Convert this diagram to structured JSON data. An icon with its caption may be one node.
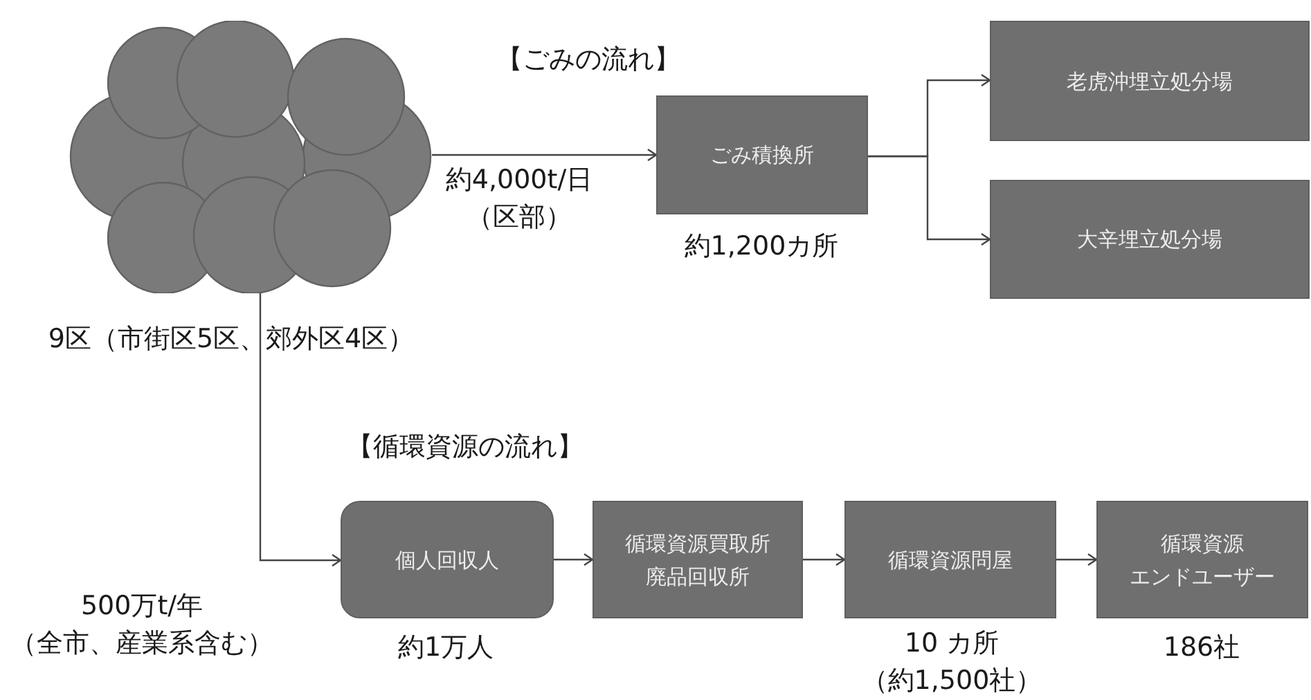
{
  "diagram": {
    "nodes": [
      {
        "text": [],
        "shape": "cloud",
        "beside": [
          "9区（市街区5区、郊外区4区）"
        ]
      },
      {
        "text": [
          "ごみ積換所"
        ],
        "beside": [
          "約1,200カ所"
        ]
      },
      {
        "text": [
          "老虎沖埋立処分場"
        ]
      },
      {
        "text": [
          "大辛埋立処分場"
        ]
      },
      {
        "text": [
          "個人回収人"
        ],
        "beside": [
          "約1万人"
        ]
      },
      {
        "text": [
          "循環資源買取所廃品回収所"
        ]
      },
      {
        "text": [
          "循環資源問屋"
        ],
        "beside": [
          "10 カ所（約1,500社）"
        ]
      },
      {
        "text": [
          "循環資源エンドユーザー"
        ],
        "beside": [
          "186社"
        ]
      }
    ],
    "edges": [
      {
        "from": 0,
        "to": 1,
        "arrow": "to",
        "label": "約4,000t/日（区部）"
      },
      {
        "from": 1,
        "to": 2,
        "arrow": "to"
      },
      {
        "from": 1,
        "to": 3,
        "arrow": "to"
      },
      {
        "from": 0,
        "to": 4,
        "arrow": "to",
        "label": "500万t/年（全市、産業系含む）"
      },
      {
        "from": 4,
        "to": 5,
        "arrow": "to"
      },
      {
        "from": 5,
        "to": 6,
        "arrow": "to"
      },
      {
        "from": 6,
        "to": 7,
        "arrow": "to"
      }
    ],
    "labels": [
      "【ごみの流れ】",
      "【循環資源の流れ】"
    ]
  }
}
